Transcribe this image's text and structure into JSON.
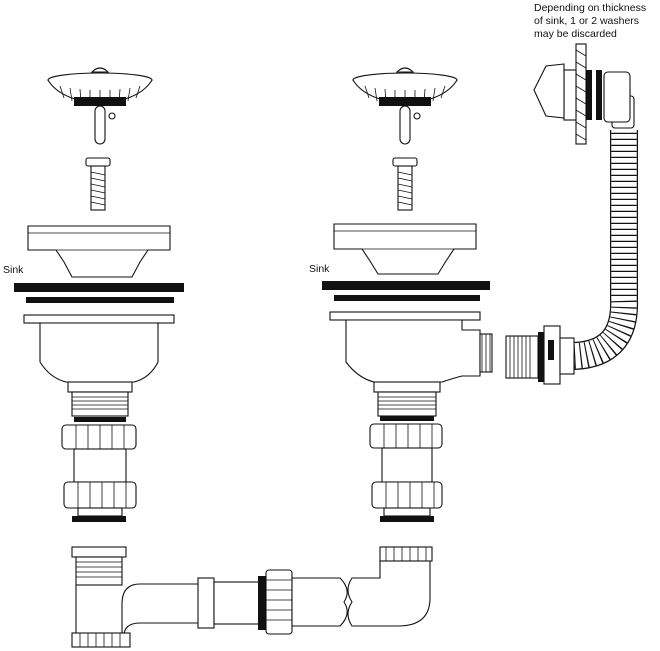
{
  "labels": {
    "sink_left": "Sink",
    "sink_right": "Sink"
  },
  "note": {
    "lines": [
      "Depending on thickness",
      "of sink, 1 or 2 washers",
      "may be discarded"
    ]
  }
}
